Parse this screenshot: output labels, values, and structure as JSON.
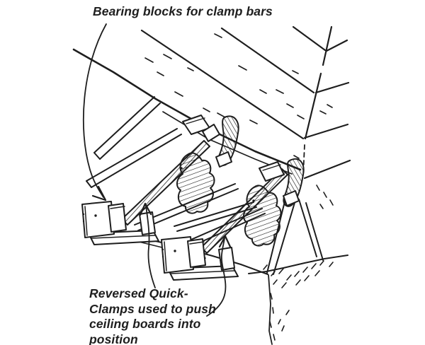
{
  "figure": {
    "caption_top": "Bearing blocks for clamp bars",
    "caption_bottom_lines": [
      "Reversed Quick-",
      "Clamps used to push",
      "ceiling boards into",
      "position"
    ],
    "ink_color": "#1e1e1e",
    "paper_color": "#ffffff"
  }
}
